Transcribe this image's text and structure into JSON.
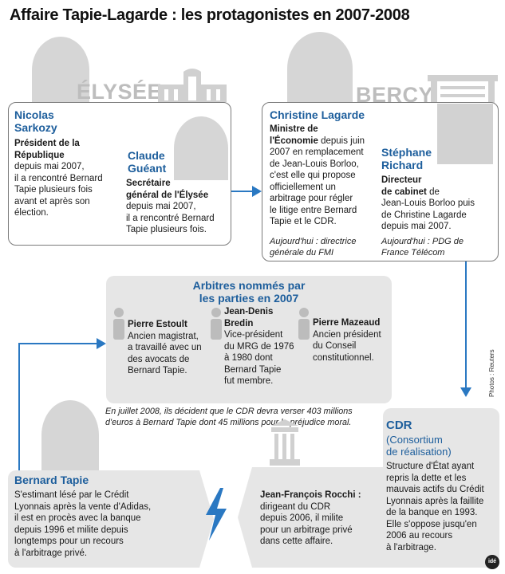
{
  "title": "Affaire Tapie-Lagarde : les protagonistes en 2007-2008",
  "places": {
    "elysee": "ÉLYSÉE",
    "bercy": "BERCY"
  },
  "sarkozy": {
    "name_line1": "Nicolas",
    "name_line2": "Sarkozy",
    "role_line1": "Président de la",
    "role_line2": "République",
    "desc": [
      "depuis mai 2007,",
      "il a rencontré Bernard",
      "Tapie plusieurs fois",
      "avant et après son",
      "élection."
    ]
  },
  "gueant": {
    "name_line1": "Claude",
    "name_line2": "Guéant",
    "role_line1": "Secrétaire",
    "role_line2": "général de l'Élysée",
    "desc": [
      "depuis mai 2007,",
      "il a rencontré Bernard",
      "Tapie plusieurs fois."
    ]
  },
  "lagarde": {
    "name": "Christine Lagarde",
    "role_line1": "Ministre de",
    "role_line2": "l'Économie",
    "desc_first": " depuis juin",
    "desc": [
      "2007 en remplacement",
      "de Jean-Louis Borloo,",
      "c'est elle qui propose",
      "officiellement un",
      "arbitrage pour régler",
      "le litige entre Bernard",
      "Tapie et le CDR."
    ],
    "today": [
      "Aujourd'hui : directrice",
      "générale du FMI"
    ]
  },
  "richard": {
    "name_line1": "Stéphane",
    "name_line2": "Richard",
    "role_line1": "Directeur",
    "role_line2": "de cabinet",
    "role_after": " de",
    "desc": [
      "Jean-Louis Borloo puis",
      "de Christine Lagarde",
      "depuis mai 2007."
    ],
    "today": [
      "Aujourd'hui : PDG de",
      "France Télécom"
    ]
  },
  "arbitres": {
    "title_line1": "Arbitres nommés par",
    "title_line2": "les parties en 2007",
    "estoult": {
      "name": "Pierre Estoult",
      "desc": [
        "Ancien magistrat,",
        "a travaillé avec un",
        "des avocats de",
        "Bernard Tapie."
      ]
    },
    "bredin": {
      "name_line1": "Jean-Denis",
      "name_line2": "Bredin",
      "desc": [
        "Vice-président",
        "du MRG de 1976",
        "à 1980 dont",
        "Bernard Tapie",
        "fut membre."
      ]
    },
    "mazeaud": {
      "name": "Pierre Mazeaud",
      "desc": [
        "Ancien président",
        "du Conseil",
        "constitutionnel."
      ]
    }
  },
  "decision": [
    "En juillet 2008, ils décident que le CDR devra verser 403 millions",
    "d'euros à Bernard Tapie dont 45 millions pour le préjudice moral."
  ],
  "credit": "Photos : Reuters",
  "tapie": {
    "name": "Bernard Tapie",
    "desc": [
      "S'estimant lésé par le Crédit",
      "Lyonnais après la vente d'Adidas,",
      "il est en procès avec la banque",
      "depuis 1996 et milite depuis",
      "longtemps pour un recours",
      "à l'arbitrage privé."
    ]
  },
  "rocchi": {
    "name": "Jean-François Rocchi :",
    "desc": [
      "dirigeant du CDR",
      "depuis 2006, il milite",
      "pour un arbitrage privé",
      "dans cette affaire."
    ]
  },
  "cdr": {
    "name": "CDR",
    "sub_line1": "(Consortium",
    "sub_line2": "de réalisation)",
    "desc": [
      "Structure d'État ayant",
      "repris la dette et les",
      "mauvais actifs du Crédit",
      "Lyonnais après la faillite",
      "de la banque en 1993.",
      "Elle s'oppose jusqu'en",
      "2006 au recours",
      "à l'arbitrage."
    ]
  },
  "logo": "idé",
  "colors": {
    "name_blue": "#1d5e9c",
    "arrow_blue": "#2a78c2",
    "panel_grey": "#e6e6e6",
    "place_grey": "#bdbdbd"
  }
}
